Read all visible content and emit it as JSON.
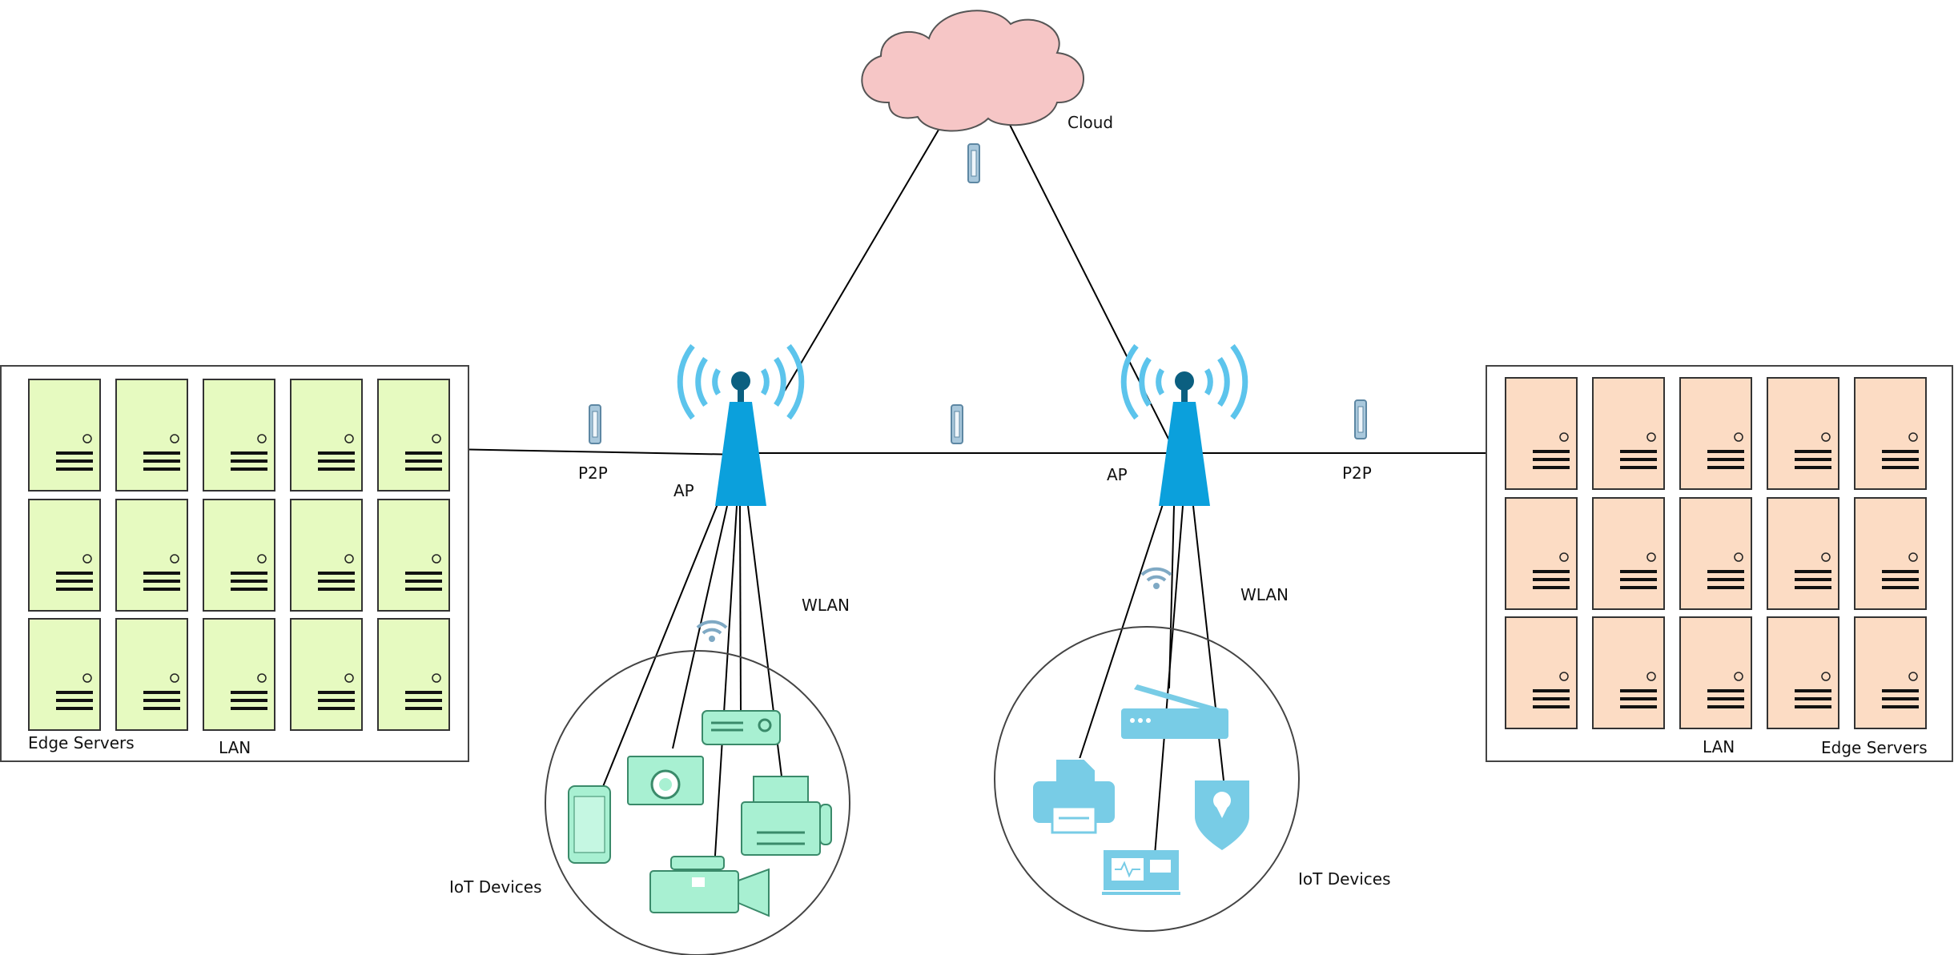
{
  "labels": {
    "cloud": "Cloud",
    "p2p_left": "P2P",
    "p2p_right": "P2P",
    "ap_left": "AP",
    "ap_right": "AP",
    "wlan_left": "WLAN",
    "wlan_right": "WLAN",
    "lan_left": "LAN",
    "lan_right": "LAN",
    "edge_left": "Edge Servers",
    "edge_right": "Edge Servers",
    "iot_left": "IoT Devices",
    "iot_right": "IoT Devices"
  },
  "colors": {
    "server_left": "#e6fac0",
    "server_right": "#fcdcc4",
    "cloud": "#f6c6c6",
    "ap": "#0ba0dc",
    "wifi_waves": "#5cc4ec",
    "iot_left": "#a8f0d2",
    "iot_right": "#78cce6",
    "link_marker": "#7fa9c4"
  },
  "icons": {
    "left_iot": [
      "smartphone-icon",
      "camera-icon",
      "router-icon",
      "fax-machine-icon",
      "video-camera-icon"
    ],
    "right_iot": [
      "printer-icon",
      "scanner-icon",
      "location-pin-icon",
      "monitor-icon"
    ]
  }
}
